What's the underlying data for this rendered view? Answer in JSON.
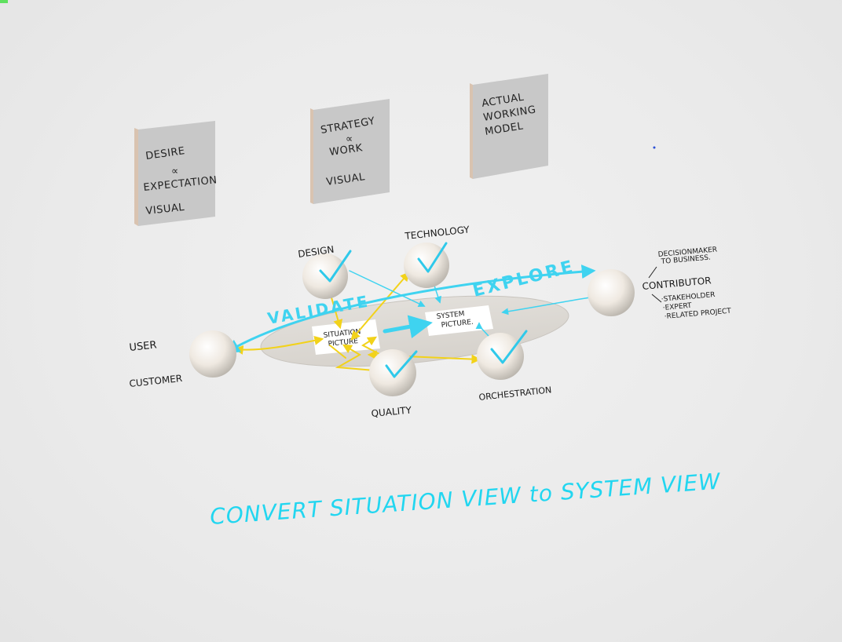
{
  "boards": [
    {
      "lines": [
        "DESIRE",
        "∝",
        "EXPECTATION",
        "",
        "VISUAL"
      ]
    },
    {
      "lines": [
        "STRATEGY",
        "∝",
        "WORK",
        "",
        "VISUAL"
      ]
    },
    {
      "lines": [
        "ACTUAL",
        "WORKING",
        "MODEL"
      ]
    }
  ],
  "nodes": {
    "design": "DESIGN",
    "technology": "TECHNOLOGY",
    "quality": "QUALITY",
    "orchestration": "ORCHESTRATION",
    "user": "USER",
    "customer": "CUSTOMER"
  },
  "contributor": {
    "title": "CONTRIBUTOR",
    "decisionmaker_line1": "DECISIONMAKER",
    "decisionmaker_line2": "TO BUSINESS.",
    "item1": "·STAKEHOLDER",
    "item2": "·EXPERT",
    "item3": "·RELATED PROJECT"
  },
  "pictures": {
    "situation_line1": "SITUATION",
    "situation_line2": "PICTURE",
    "system_line1": "SYSTEM",
    "system_line2": "PICTURE."
  },
  "actions": {
    "validate": "VALIDATE",
    "explore": "EXPLORE"
  },
  "caption": "CONVERT SITUATION VIEW to SYSTEM VIEW",
  "colors": {
    "accent_blue": "#3fd3f0",
    "arrow_yellow": "#f2d21a",
    "sphere": "#f4f0ea",
    "board": "#c9c9c9",
    "platform": "#dedbd6"
  }
}
